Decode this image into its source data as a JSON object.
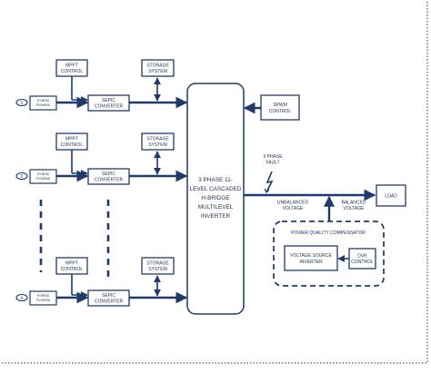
{
  "source": {
    "marker_1": "1",
    "marker_2": "2",
    "marker_n": "n",
    "label_line1": "HYBRID",
    "label_line2": "PV/WIND"
  },
  "mppt": {
    "line1": "MPPT",
    "line2": "CONTROL"
  },
  "storage": {
    "line1": "STORAGE",
    "line2": "SYSTEM"
  },
  "sepic": {
    "line1": "SEPIC",
    "line2": "CONVERTER"
  },
  "inverter": {
    "line1": "3 PHASE 11-",
    "line2": "LEVEL CASCADED",
    "line3": "H-BRIDGE",
    "line4": "MULTILEVEL",
    "line5": "INVERTER"
  },
  "spwm": {
    "line1": "SPWM",
    "line2": "CONTROL"
  },
  "fault": {
    "line1": "3 PHASE",
    "line2": "FAULT"
  },
  "unbalanced": {
    "line1": "UNBALANCED",
    "line2": "VOLTAGE"
  },
  "balanced": {
    "line1": "BALANCED",
    "line2": "VOLTAGE"
  },
  "load": {
    "label": "LOAD"
  },
  "compensator": {
    "title": "POWER QUALITY COMPENSATOR",
    "vsi_line1": "VOLTAGE SOURCE",
    "vsi_line2": "INVERTER",
    "dvr_line1": "DVR",
    "dvr_line2": "CONTROL"
  },
  "colors": {
    "stroke": "#1f3a6b",
    "box_fill": "#ffffff",
    "text": "#1f2f4f"
  }
}
